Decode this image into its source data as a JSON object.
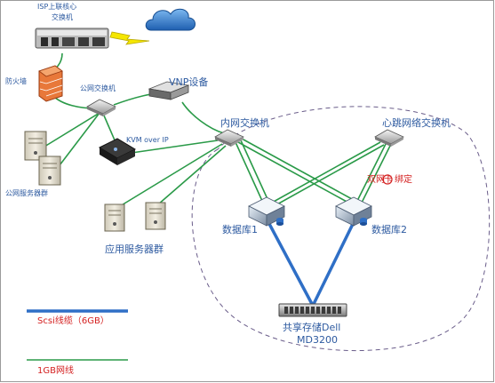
{
  "labels": {
    "core_switch_line1": "ISP上联核心",
    "core_switch_line2": "交换机",
    "firewall": "防火墙",
    "public_switch": "公网交换机",
    "vnp_device": "VNP设备",
    "public_server_group": "公网服务器群",
    "kvm_over_ip": "KVM over IP",
    "intranet_switch": "内网交换机",
    "heartbeat_switch": "心跳网络交换机",
    "heartbeat_nic_bind_prefix": "双网",
    "heartbeat_nic_bind_mark": "卡",
    "heartbeat_nic_bind_suffix": "绑定",
    "db1": "数据库1",
    "db2": "数据库2",
    "app_server_group": "应用服务器群",
    "storage_line1": "共享存储Dell",
    "storage_line2": "MD3200"
  },
  "legend": {
    "scsi": "Scsi线缆（6GB）",
    "gb": "1GB网线"
  },
  "colors": {
    "scsi_cable": "#2f6fc6",
    "network_cable": "#2a9a48",
    "label_blue": "#2d5aa0",
    "annotation_red": "#d42020",
    "cluster_boundary": "#6a5d8a"
  }
}
